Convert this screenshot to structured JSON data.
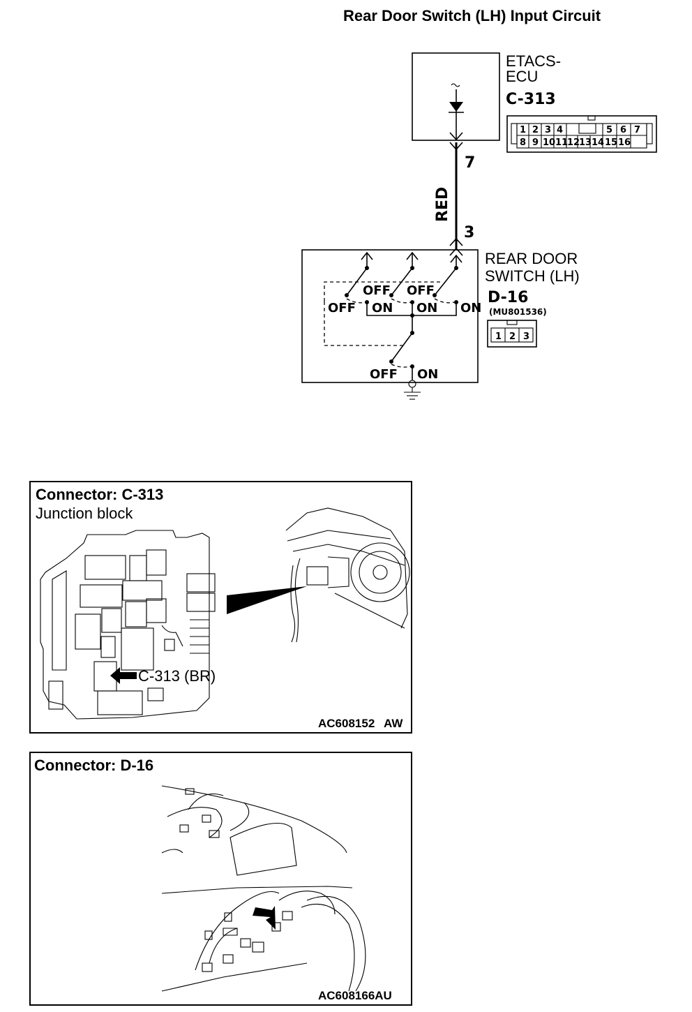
{
  "title": "Rear Door Switch (LH) Input Circuit",
  "ecu": {
    "name_line1": "ETACS-",
    "name_line2": "ECU",
    "connector": "C-313",
    "pins_top": [
      "1",
      "2",
      "3",
      "4",
      "5",
      "6",
      "7"
    ],
    "pins_bottom": [
      "8",
      "9",
      "10",
      "11",
      "12",
      "13",
      "14",
      "15",
      "16"
    ],
    "pin_number": "7"
  },
  "wire": {
    "color_label": "RED"
  },
  "switch": {
    "name_line1": "REAR DOOR",
    "name_line2": "SWITCH (LH)",
    "connector": "D-16",
    "part_number": "(MU801536)",
    "pins": [
      "1",
      "2",
      "3"
    ],
    "pin_number": "3",
    "states": {
      "off": "OFF",
      "on": "ON"
    }
  },
  "figure1": {
    "heading": "Connector: C-313",
    "subheading": "Junction block",
    "callout": "C-313 (BR)",
    "code": "AC608152",
    "suffix": "AW"
  },
  "figure2": {
    "heading": "Connector: D-16",
    "code": "AC608166AU"
  }
}
